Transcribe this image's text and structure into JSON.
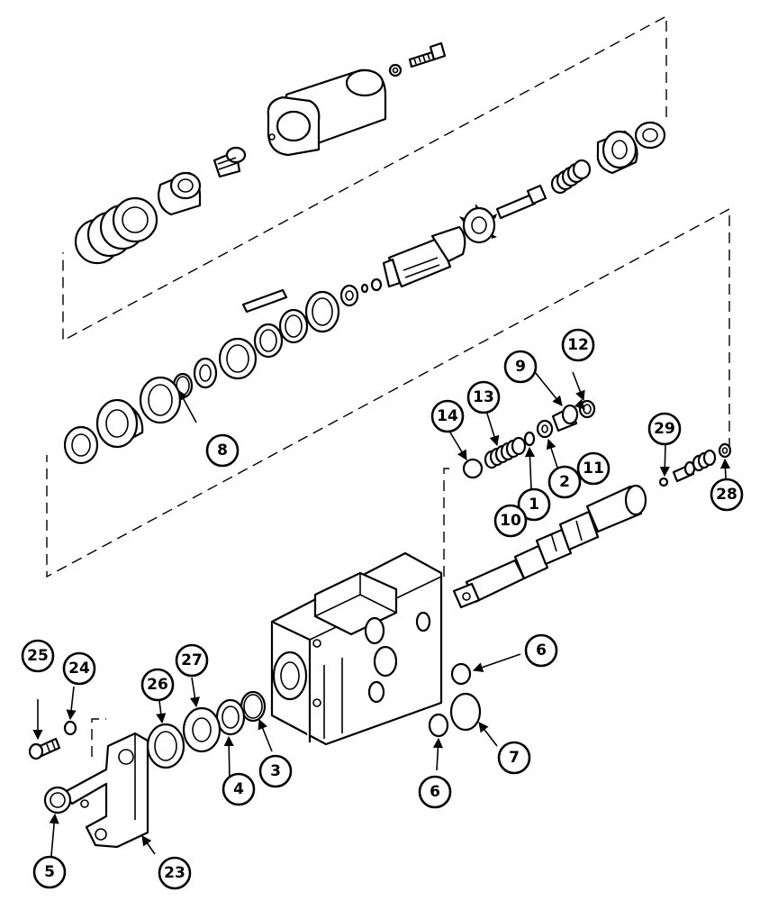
{
  "callouts": [
    {
      "id": "c1",
      "label": "1"
    },
    {
      "id": "c2",
      "label": "2"
    },
    {
      "id": "c3",
      "label": "3"
    },
    {
      "id": "c4",
      "label": "4"
    },
    {
      "id": "c5",
      "label": "5"
    },
    {
      "id": "c6a",
      "label": "6"
    },
    {
      "id": "c6b",
      "label": "6"
    },
    {
      "id": "c7",
      "label": "7"
    },
    {
      "id": "c8",
      "label": "8"
    },
    {
      "id": "c9",
      "label": "9"
    },
    {
      "id": "c10",
      "label": "10"
    },
    {
      "id": "c11",
      "label": "11"
    },
    {
      "id": "c12",
      "label": "12"
    },
    {
      "id": "c13",
      "label": "13"
    },
    {
      "id": "c14",
      "label": "14"
    },
    {
      "id": "c23",
      "label": "23"
    },
    {
      "id": "c24",
      "label": "24"
    },
    {
      "id": "c25",
      "label": "25"
    },
    {
      "id": "c26",
      "label": "26"
    },
    {
      "id": "c27",
      "label": "27"
    },
    {
      "id": "c28",
      "label": "28"
    },
    {
      "id": "c29",
      "label": "29"
    }
  ]
}
